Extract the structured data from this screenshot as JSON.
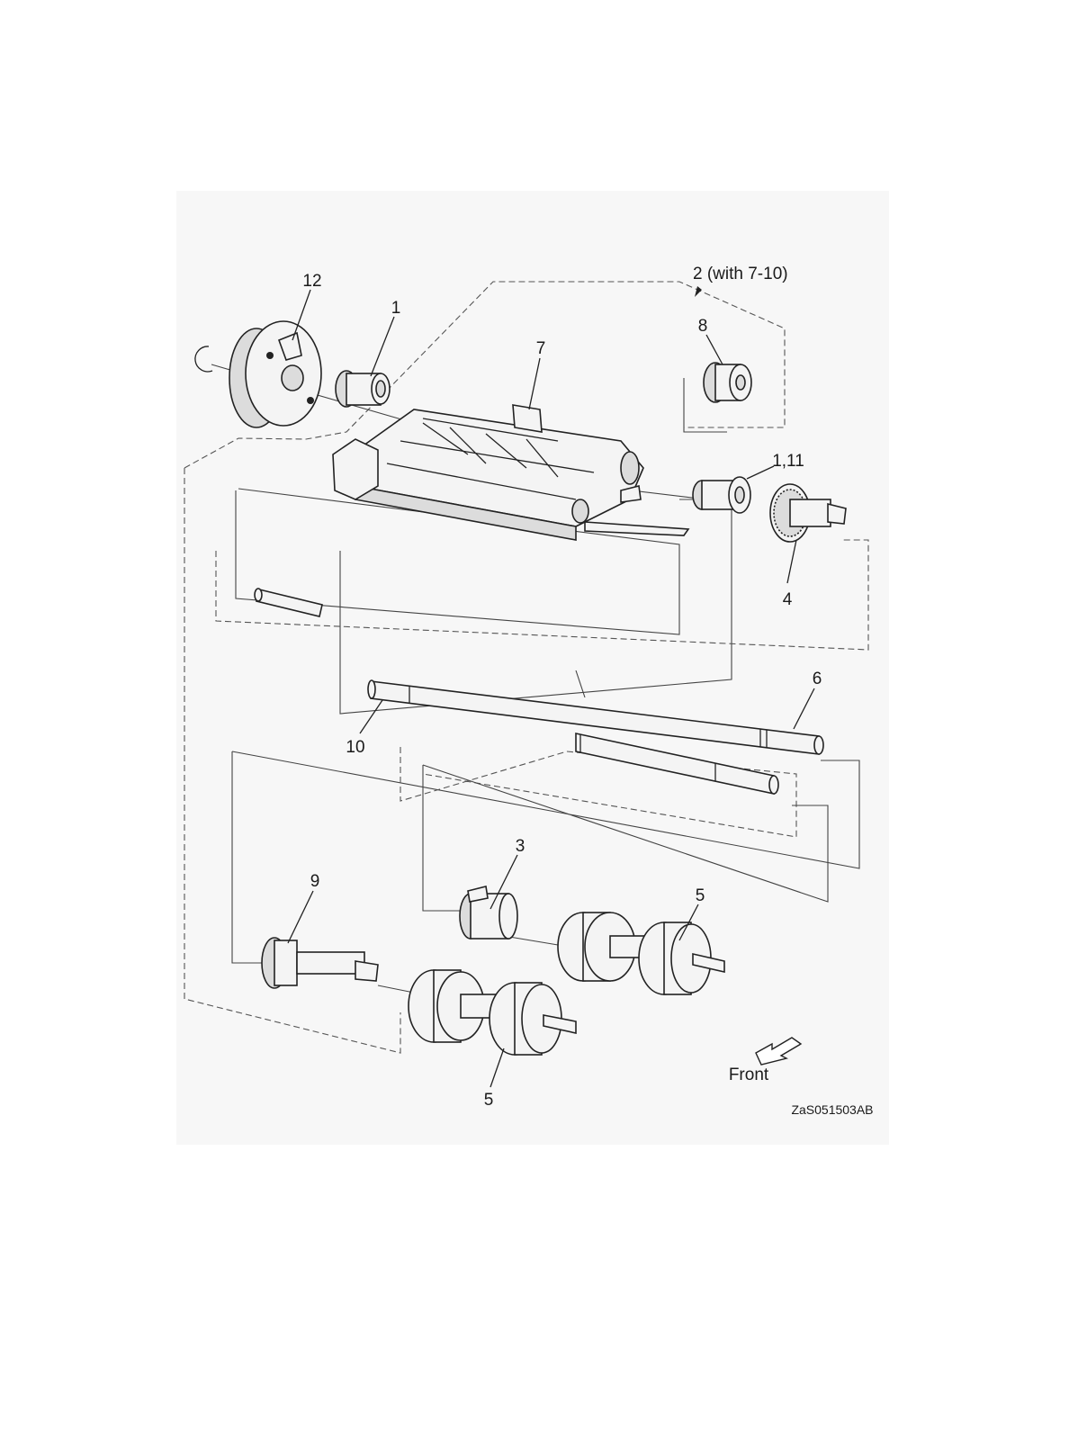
{
  "diagram": {
    "background": "#f7f7f7",
    "line_color": "#222222",
    "callouts": {
      "c12": "12",
      "c1": "1",
      "c2": "2 (with 7-10)",
      "c8": "8",
      "c7": "7",
      "c1_11": "1,11",
      "c4": "4",
      "c6": "6",
      "c10": "10",
      "c3": "3",
      "c9": "9",
      "c5a": "5",
      "c5b": "5"
    },
    "direction_label": "Front",
    "figure_id": "ZaS051503AB"
  }
}
